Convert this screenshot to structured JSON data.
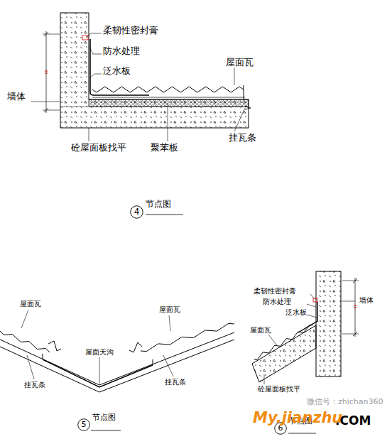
{
  "diagram": {
    "nodes": [
      {
        "text": [
          "4",
          "节点图"
        ]
      },
      {
        "text": [
          "5",
          "节点图"
        ]
      },
      {
        "text": [
          "6",
          "节点图"
        ]
      }
    ],
    "labels": [
      "柔韧性密封膏",
      "防水处理",
      "泛水板",
      "屋面瓦",
      "墙体",
      "砼屋面板找平",
      "聚苯板",
      "挂瓦条",
      "屋面瓦",
      "屋面瓦",
      "屋面天沟",
      "挂瓦条",
      "挂瓦条",
      "柔韧性密封膏",
      "防水处理",
      "泛水板",
      "墙体",
      "屋面瓦",
      "砼屋面板找平",
      "微信号：zhichan360",
      "My.jianzhu",
      ".COM"
    ]
  }
}
